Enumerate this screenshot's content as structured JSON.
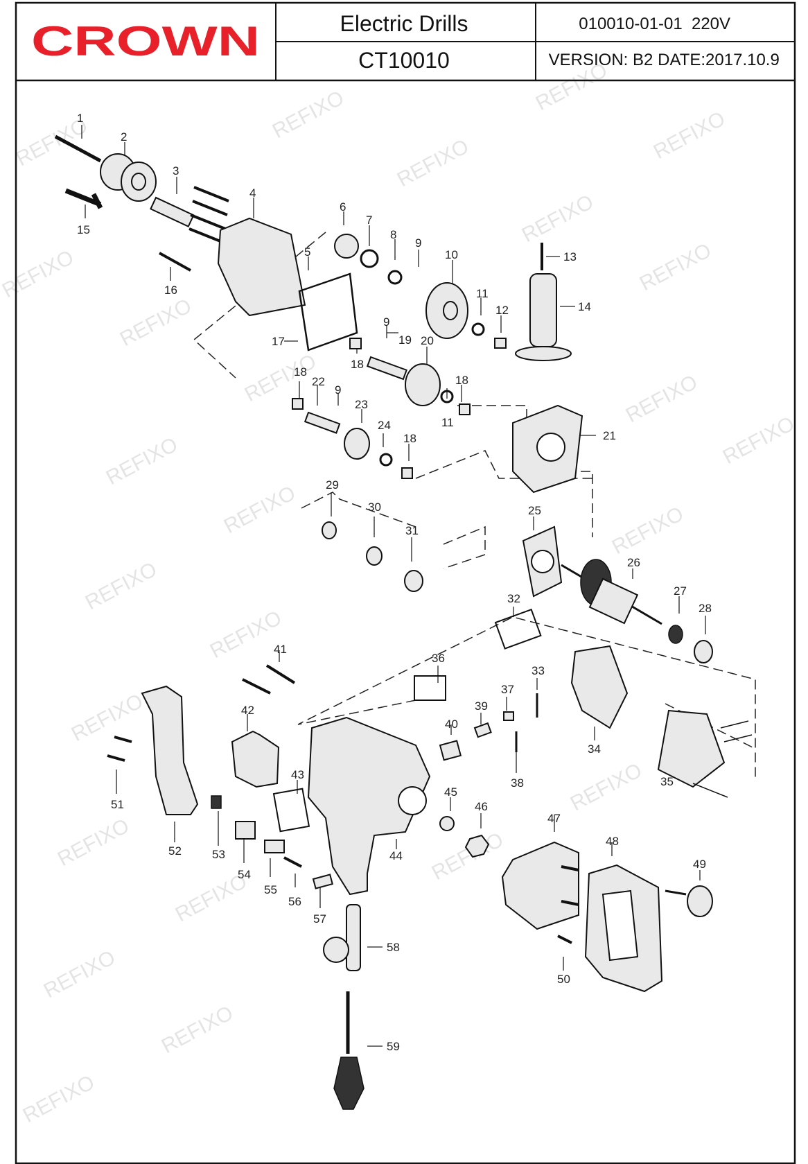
{
  "header": {
    "brand": "CROWN",
    "product_type": "Electric Drills",
    "model": "CT10010",
    "code": "010010-01-01",
    "voltage": "220V",
    "version": "VERSION: B2",
    "date": "DATE:2017.10.9"
  },
  "watermark": "REFIXO",
  "colors": {
    "brand": "#e8202a",
    "line": "#111111",
    "watermark": "#cfcfcf"
  },
  "callouts": [
    "1",
    "2",
    "3",
    "4",
    "5",
    "6",
    "7",
    "8",
    "9",
    "10",
    "11",
    "12",
    "13",
    "14",
    "15",
    "16",
    "17",
    "18",
    "19",
    "20",
    "21",
    "22",
    "23",
    "24",
    "25",
    "26",
    "27",
    "28",
    "29",
    "30",
    "31",
    "32",
    "33",
    "34",
    "35",
    "36",
    "37",
    "38",
    "39",
    "40",
    "41",
    "42",
    "43",
    "44",
    "45",
    "46",
    "47",
    "48",
    "49",
    "50",
    "51",
    "52",
    "53",
    "54",
    "55",
    "56",
    "57",
    "58",
    "59"
  ],
  "labels": {
    "n1": "1",
    "n2": "2",
    "n3": "3",
    "n4": "4",
    "n5": "5",
    "n6": "6",
    "n7": "7",
    "n8": "8",
    "n9a": "9",
    "n9b": "9",
    "n9c": "9",
    "n10": "10",
    "n11a": "11",
    "n11b": "11",
    "n12": "12",
    "n13": "13",
    "n14": "14",
    "n15": "15",
    "n16": "16",
    "n17": "17",
    "n18a": "18",
    "n18b": "18",
    "n18c": "18",
    "n18d": "18",
    "n19": "19",
    "n20": "20",
    "n21": "21",
    "n22": "22",
    "n23": "23",
    "n24": "24",
    "n25": "25",
    "n26": "26",
    "n27": "27",
    "n28": "28",
    "n29": "29",
    "n30": "30",
    "n31": "31",
    "n32": "32",
    "n33": "33",
    "n34": "34",
    "n35": "35",
    "n36": "36",
    "n37": "37",
    "n38": "38",
    "n39": "39",
    "n40": "40",
    "n41": "41",
    "n42": "42",
    "n43": "43",
    "n44": "44",
    "n45": "45",
    "n46": "46",
    "n47": "47",
    "n48": "48",
    "n49": "49",
    "n50": "50",
    "n51": "51",
    "n52": "52",
    "n53": "53",
    "n54": "54",
    "n55": "55",
    "n56": "56",
    "n57": "57",
    "n58": "58",
    "n59": "59"
  }
}
